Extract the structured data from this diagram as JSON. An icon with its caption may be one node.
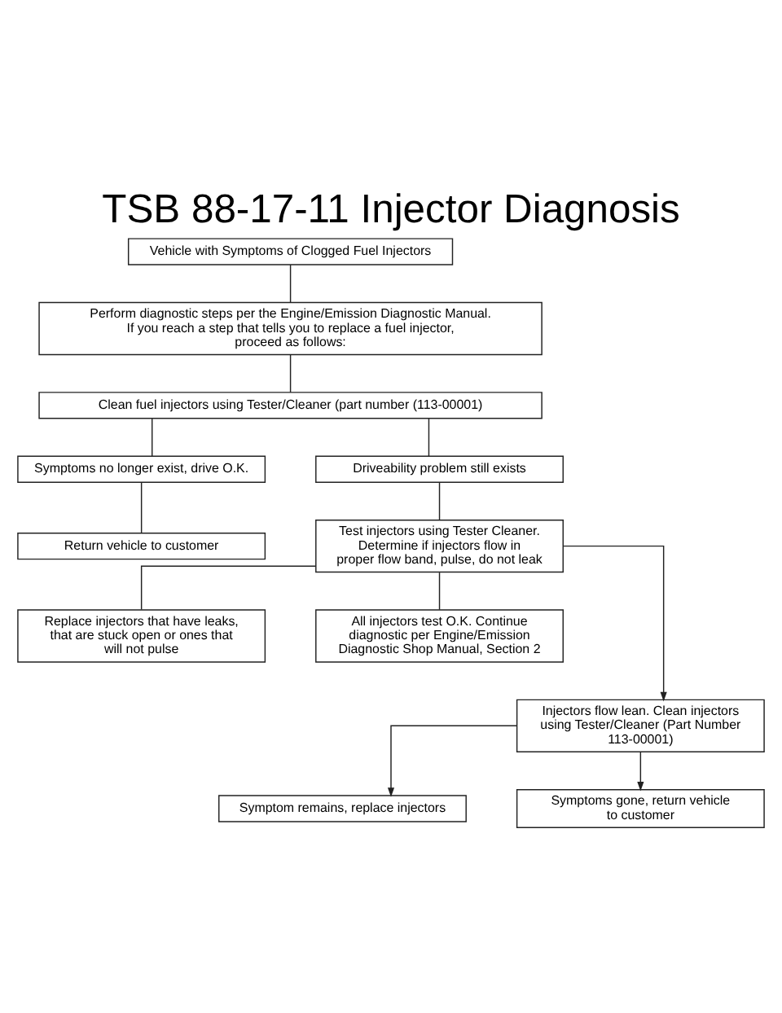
{
  "diagram": {
    "title": "TSB 88-17-11 Injector Diagnosis",
    "nodes": [
      {
        "text": [
          "Vehicle with Symptoms of Clogged Fuel Injectors"
        ]
      },
      {
        "text": [
          "Perform diagnostic steps per the Engine/Emission Diagnostic Manual. If you reach a step that tells you to replace a fuel injector, proceed as follows:"
        ]
      },
      {
        "text": [
          "Clean fuel injectors using Tester/Cleaner (part number (113-00001)"
        ]
      },
      {
        "text": [
          "Symptoms no longer exist, drive O.K."
        ]
      },
      {
        "text": [
          "Driveability problem still exists"
        ]
      },
      {
        "text": [
          "Return vehicle to customer"
        ]
      },
      {
        "text": [
          "Test injectors using Tester Cleaner. Determine if injectors flow in proper flow band, pulse, do not leak"
        ]
      },
      {
        "text": [
          "Replace injectors that have leaks, that are stuck open or ones that will not pulse"
        ]
      },
      {
        "text": [
          "All injectors test O.K. Continue diagnostic per Engine/Emission Diagnostic Shop Manual, Section 2"
        ]
      },
      {
        "text": [
          "Injectors flow lean. Clean injectors using Tester/Cleaner (Part Number 113-00001)"
        ]
      },
      {
        "text": [
          "Symptom remains, replace injectors"
        ]
      },
      {
        "text": [
          "Symptoms gone, return vehicle to customer"
        ]
      }
    ],
    "edges": [
      {
        "from": 0,
        "to": 1,
        "arrow": "none"
      },
      {
        "from": 1,
        "to": 2,
        "arrow": "none"
      },
      {
        "from": 2,
        "to": 3,
        "arrow": "none"
      },
      {
        "from": 2,
        "to": 4,
        "arrow": "none"
      },
      {
        "from": 3,
        "to": 5,
        "arrow": "none"
      },
      {
        "from": 4,
        "to": 6,
        "arrow": "none"
      },
      {
        "from": 6,
        "to": 7,
        "arrow": "none"
      },
      {
        "from": 6,
        "to": 8,
        "arrow": "none"
      },
      {
        "from": 6,
        "to": 9,
        "arrow": "to"
      },
      {
        "from": 9,
        "to": 10,
        "arrow": "to"
      },
      {
        "from": 9,
        "to": 11,
        "arrow": "to"
      }
    ]
  }
}
